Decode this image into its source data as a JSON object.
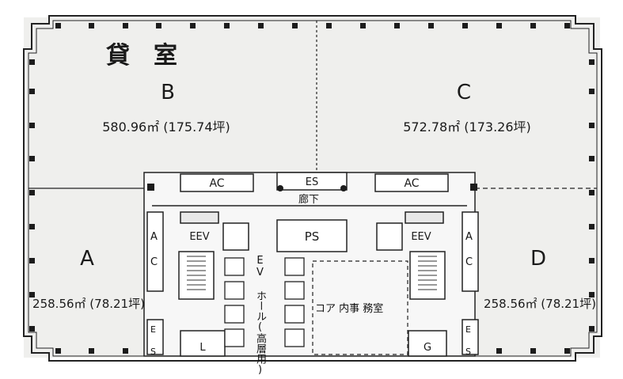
{
  "title": "貸　室",
  "rooms": {
    "B": {
      "name": "B",
      "area": "580.96㎡ (175.74坪)"
    },
    "C": {
      "name": "C",
      "area": "572.78㎡ (173.26坪)"
    },
    "A": {
      "name": "A",
      "area": "258.56㎡ (78.21坪)"
    },
    "D": {
      "name": "D",
      "area": "258.56㎡ (78.21坪)"
    }
  },
  "core": {
    "ac_left": "AC",
    "ac_right": "AC",
    "es_top": "ES",
    "corridor": "廊下",
    "ps": "PS",
    "eev_left": "EEV",
    "eev_right": "EEV",
    "ev_hall": "EV ホール(高層用)",
    "core_office": "コア 内事 務室",
    "ac_vertical_left": "A C",
    "ac_vertical_right": "A C",
    "es_left": "E S",
    "es_right": "E S",
    "l_room": "L",
    "g_room": "G"
  },
  "colors": {
    "floor": "#efefed",
    "wall": "#222222",
    "core_fill": "#f7f7f7"
  }
}
